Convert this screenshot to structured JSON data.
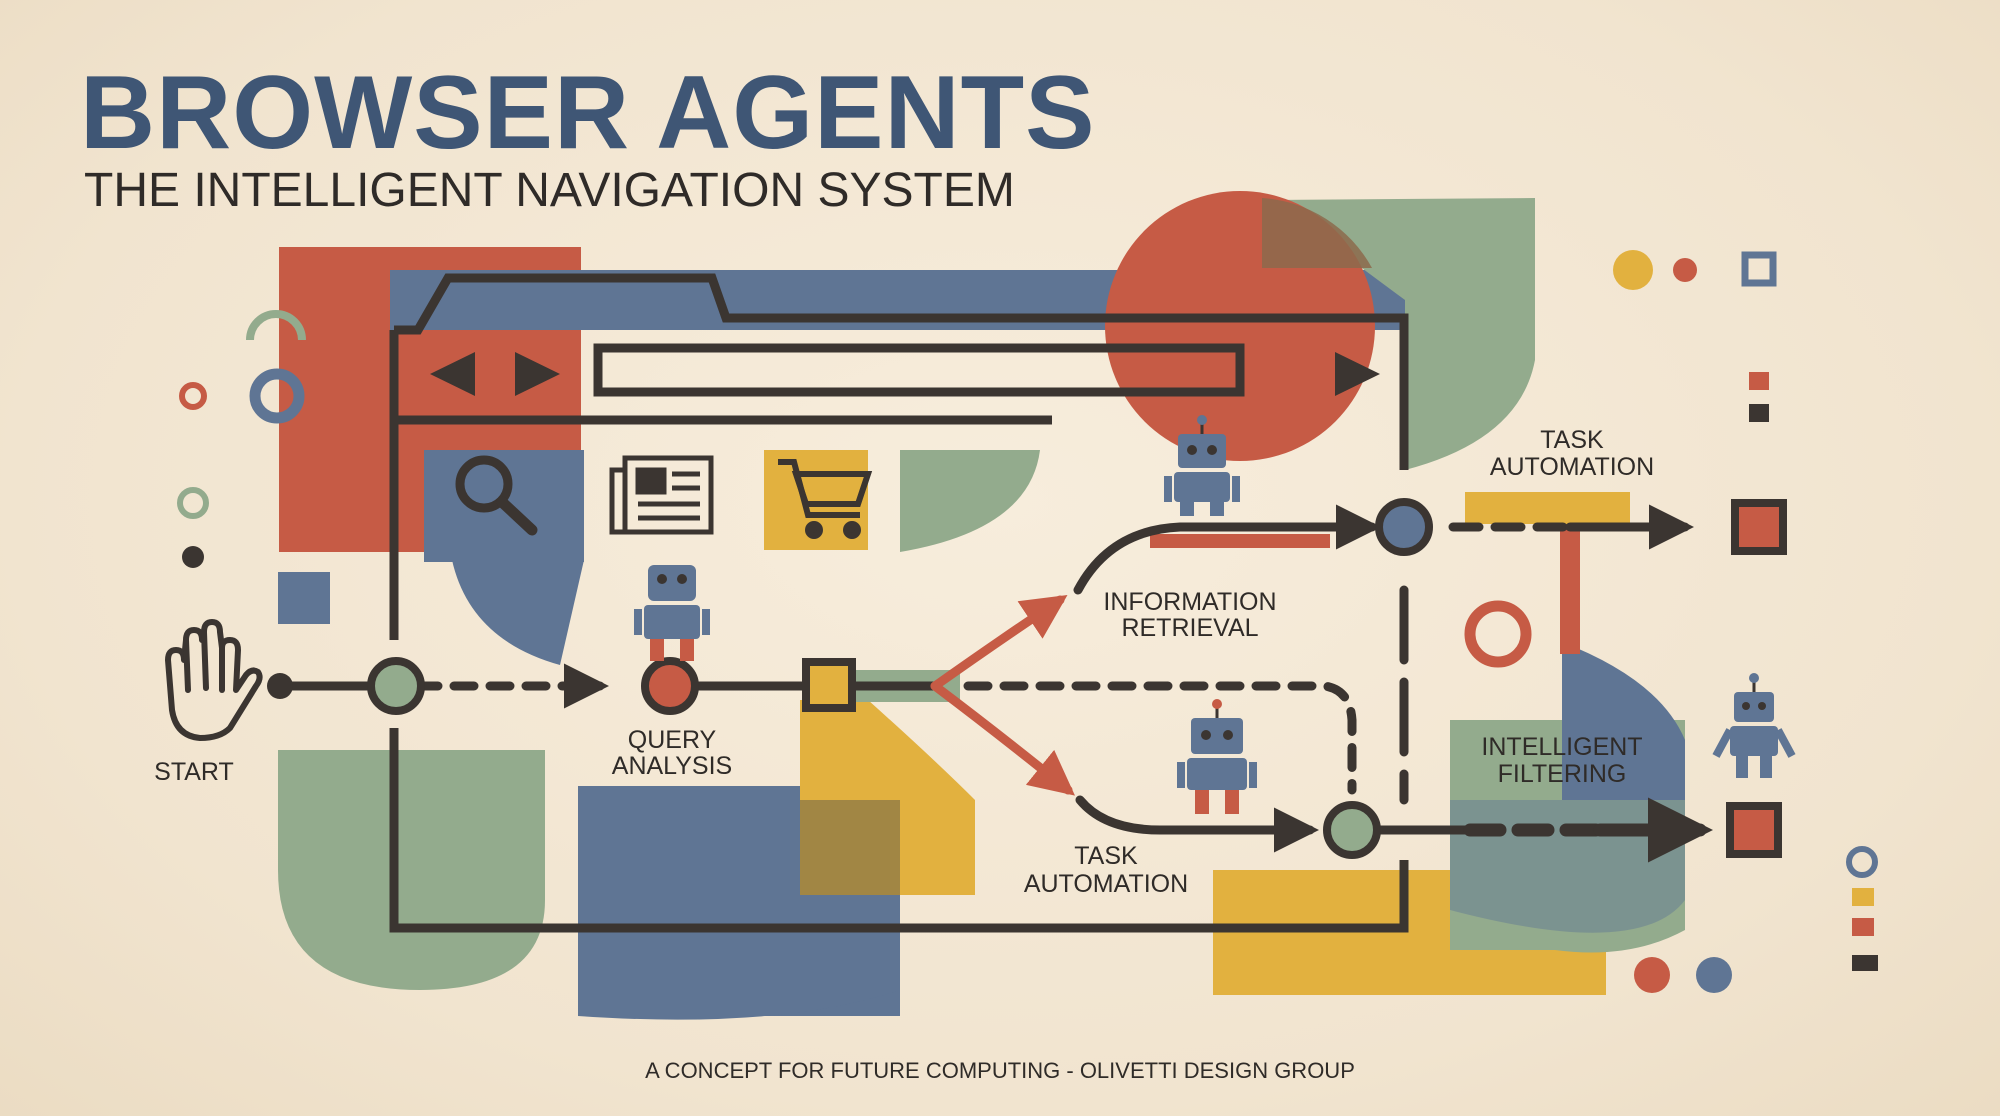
{
  "header": {
    "title": "BROWSER AGENTS",
    "subtitle": "THE INTELLIGENT NAVIGATION SYSTEM"
  },
  "nodes": {
    "start": "START",
    "query": [
      "QUERY",
      "ANALYSIS"
    ],
    "info": [
      "INFORMATION",
      "RETRIEVAL"
    ],
    "task_bottom": [
      "TASK",
      "AUTOMATION"
    ],
    "task_top": [
      "TASK",
      "AUTOMATION"
    ],
    "filter": [
      "INTELLIGENT",
      "FILTERING"
    ]
  },
  "footer": "A CONCEPT FOR FUTURE COMPUTING - OLIVETTI DESIGN GROUP",
  "icons": [
    "hand-icon",
    "search-icon",
    "newspaper-icon",
    "shopping-cart-icon",
    "robot-icon",
    "back-arrow-icon",
    "forward-arrow-icon",
    "play-icon"
  ],
  "colors": {
    "red": "#c65b45",
    "blue": "#5f7594",
    "green": "#93ab8d",
    "yellow": "#e2b13f",
    "dark": "#3b3531",
    "paper": "#f3e8d6",
    "title": "#3f5675"
  }
}
